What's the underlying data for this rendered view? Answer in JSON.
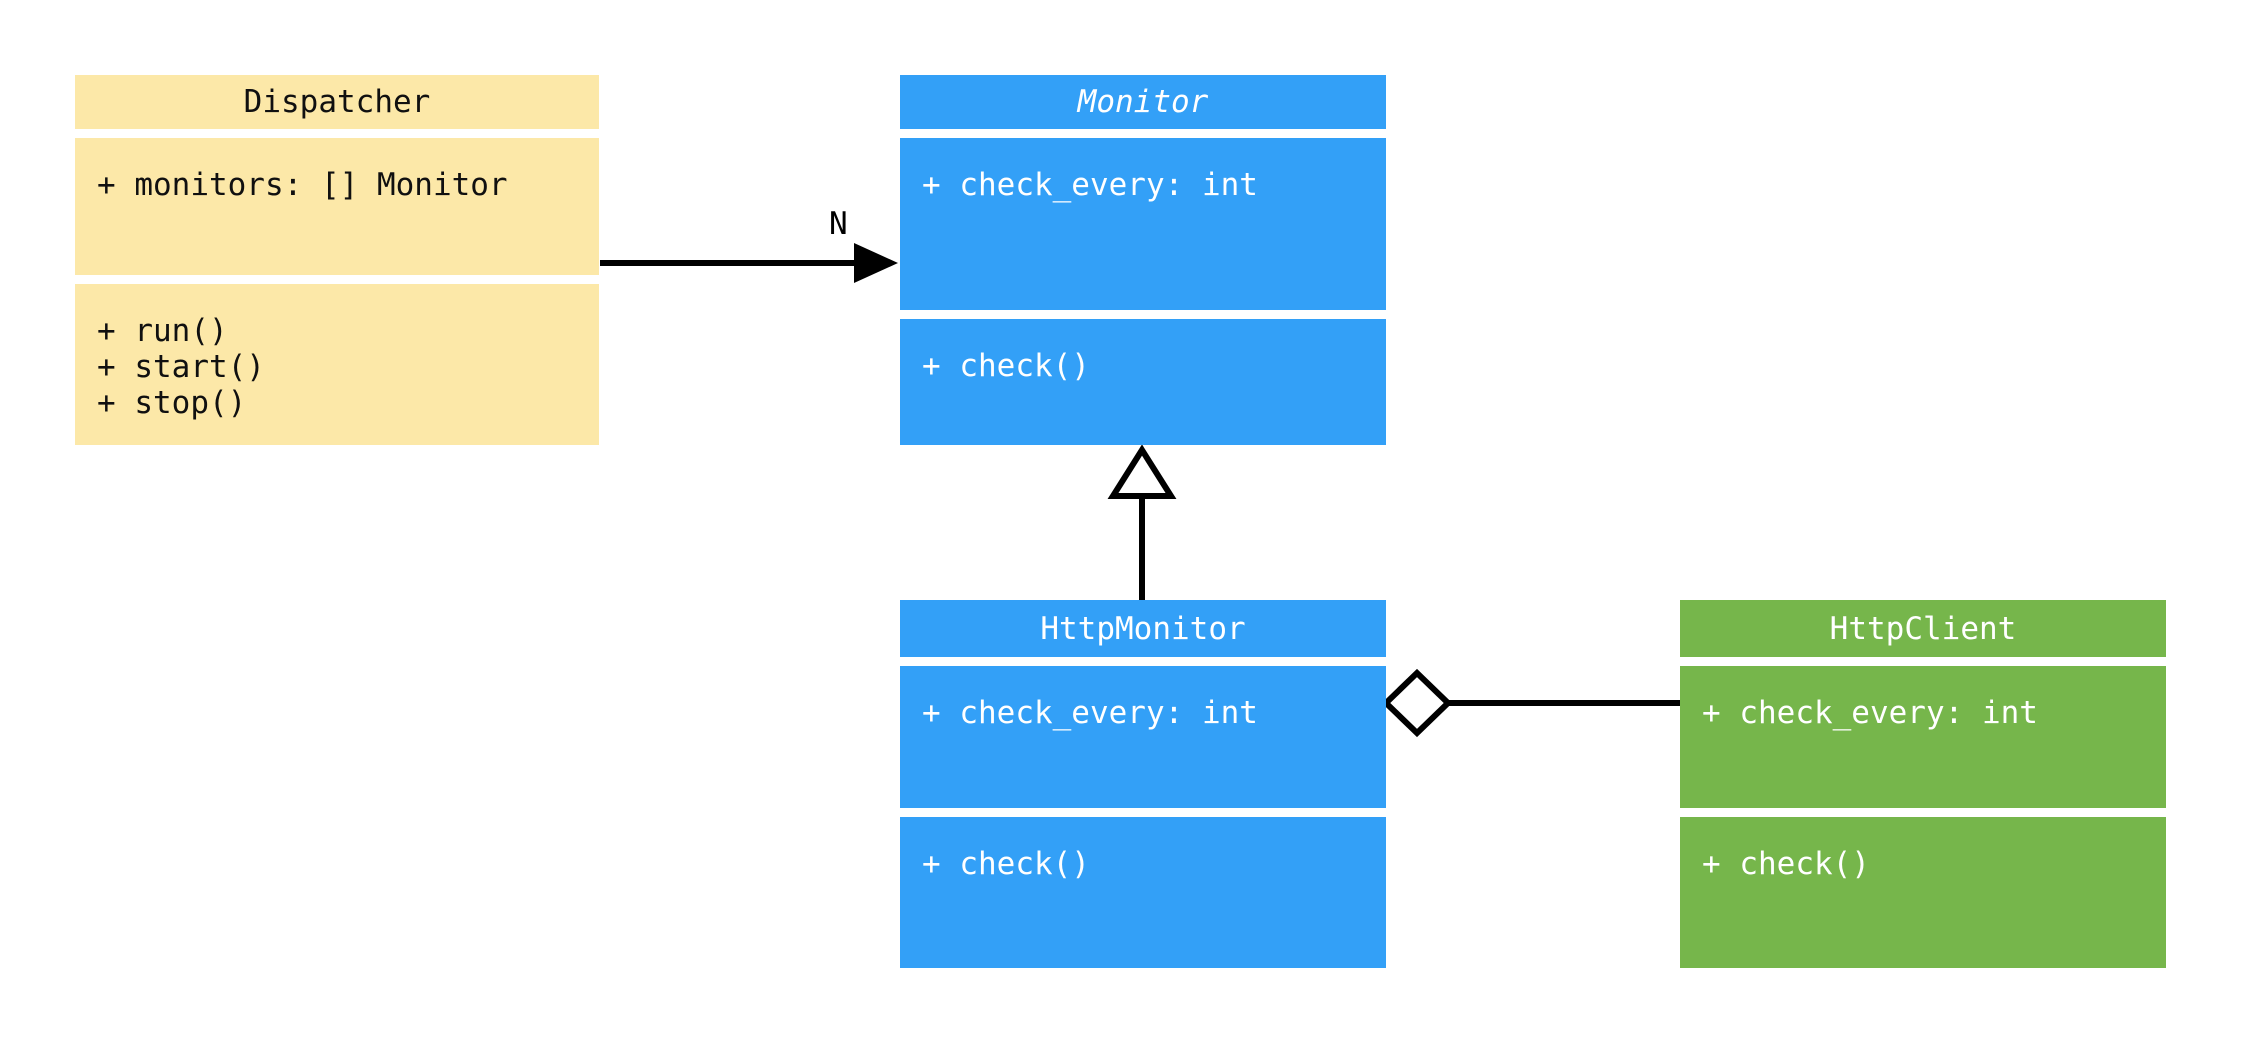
{
  "diagram": {
    "kind": "uml-class-diagram",
    "background": "#ffffff",
    "palette": {
      "yellow": "#fce8a8",
      "blue": "#33a0f7",
      "green": "#76b64b",
      "line": "#000000",
      "dark_text": "#101010",
      "light_text": "#ffffff"
    }
  },
  "classes": {
    "dispatcher": {
      "name": "Dispatcher",
      "abstract": false,
      "color": "#fce8a8",
      "attributes": [
        "+ monitors: [] Monitor"
      ],
      "methods": [
        "+ run()",
        "+ start()",
        "+ stop()"
      ]
    },
    "monitor": {
      "name": "Monitor",
      "abstract": true,
      "color": "#33a0f7",
      "attributes": [
        "+ check_every: int"
      ],
      "methods": [
        "+ check()"
      ]
    },
    "http_monitor": {
      "name": "HttpMonitor",
      "abstract": false,
      "color": "#33a0f7",
      "attributes": [
        "+ check_every: int"
      ],
      "methods": [
        "+ check()"
      ]
    },
    "http_client": {
      "name": "HttpClient",
      "abstract": false,
      "color": "#76b64b",
      "attributes": [
        "+ check_every: int"
      ],
      "methods": [
        "+ check()"
      ]
    }
  },
  "relationships": {
    "dispatcher_to_monitor": {
      "type": "association",
      "from": "Dispatcher",
      "to": "Monitor",
      "label": "N",
      "arrow": "solid-filled-arrow"
    },
    "http_monitor_to_monitor": {
      "type": "generalization",
      "from": "HttpMonitor",
      "to": "Monitor",
      "label": "",
      "arrow": "hollow-triangle"
    },
    "http_monitor_to_http_client": {
      "type": "aggregation",
      "from": "HttpMonitor",
      "to": "HttpClient",
      "label": "",
      "arrow": "hollow-diamond"
    }
  }
}
